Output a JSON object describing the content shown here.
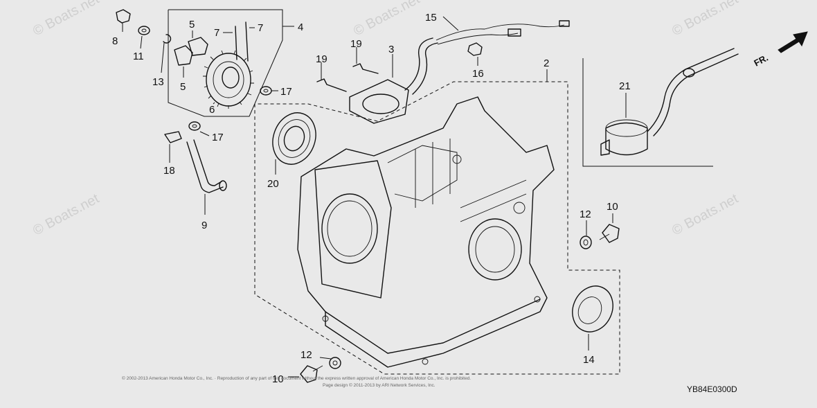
{
  "watermark": "© Boats.net",
  "direction_label": "FR.",
  "diagram_code": "YB84E0300D",
  "copyright": "© 2002-2013 American Honda Motor Co., Inc. · Reproduction of any part of this document without the express written approval of American Honda Motor Co., Inc. is prohibited.",
  "page_credit": "Page design © 2011-2013 by ARI Network Services, Inc.",
  "callouts": {
    "c2": "2",
    "c3": "3",
    "c4": "4",
    "c5a": "5",
    "c5b": "5",
    "c6": "6",
    "c7a": "7",
    "c7b": "7",
    "c8": "8",
    "c9": "9",
    "c10a": "10",
    "c10b": "10",
    "c11": "11",
    "c12a": "12",
    "c12b": "12",
    "c13": "13",
    "c14": "14",
    "c15": "15",
    "c16": "16",
    "c17a": "17",
    "c17b": "17",
    "c18": "18",
    "c19a": "19",
    "c19b": "19",
    "c20": "20",
    "c21": "21"
  }
}
